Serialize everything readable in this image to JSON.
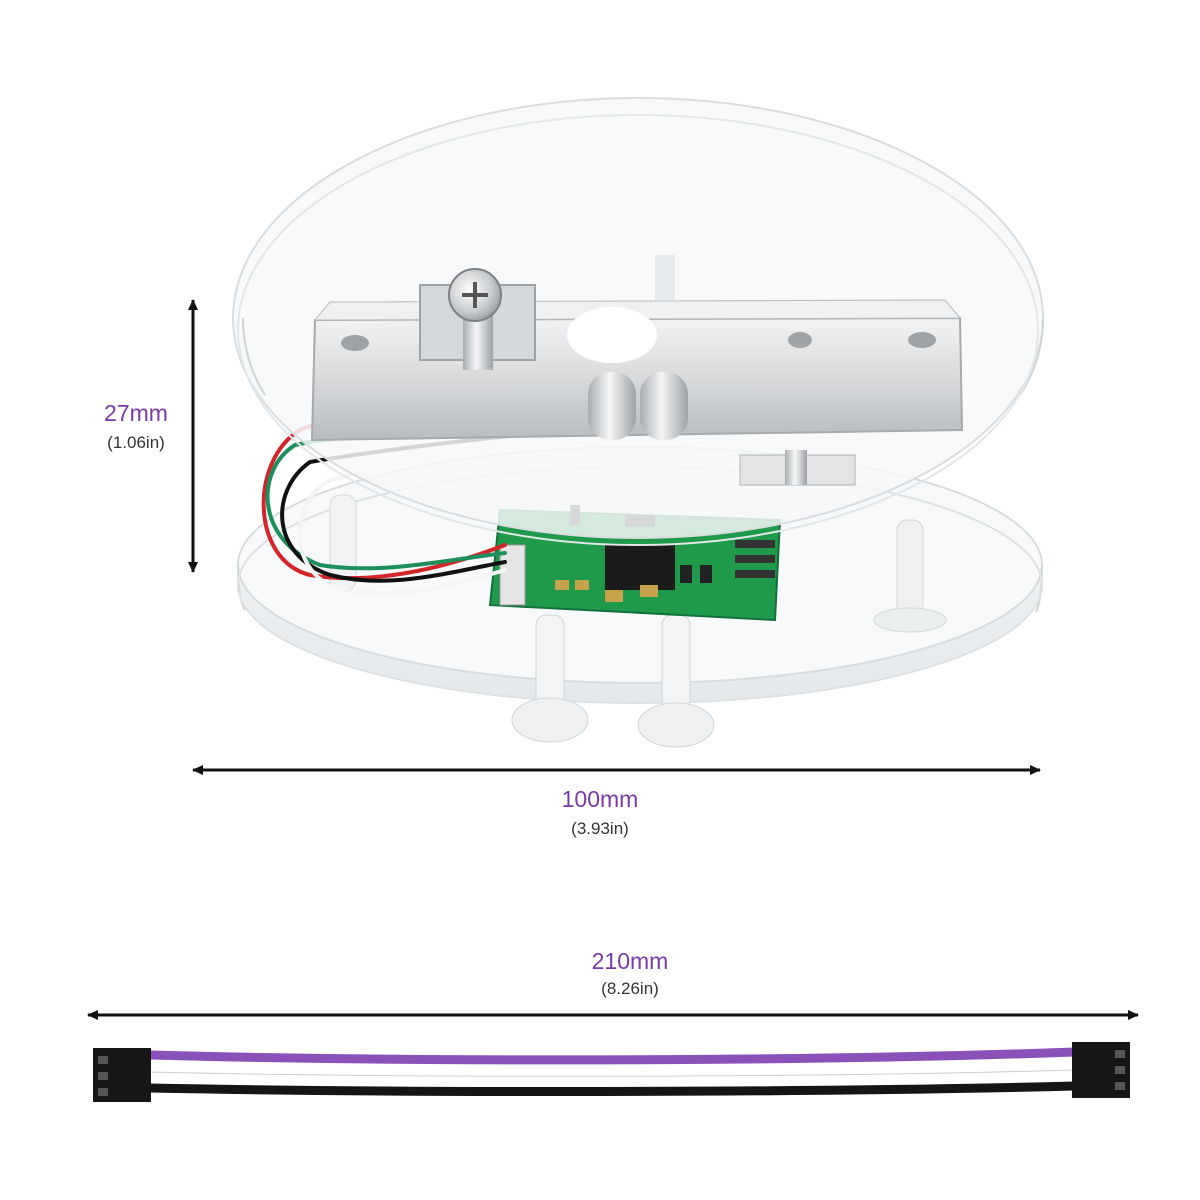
{
  "dimensions": {
    "height": {
      "primary": "27mm",
      "secondary": "(1.06in)"
    },
    "diameter": {
      "primary": "100mm",
      "secondary": "(3.93in)"
    },
    "cable_length": {
      "primary": "210mm",
      "secondary": "(8.26in)"
    }
  },
  "colors": {
    "label_primary": "#7a3aa8",
    "label_secondary": "#333333",
    "pcb_green": "#1f9a4a",
    "wire_red": "#d3262b",
    "wire_green": "#1d8f5c",
    "wire_purple": "#8a52b8",
    "acrylic_edge": "#d9dde0",
    "load_cell": "#dcdedf"
  },
  "objects": [
    {
      "name": "acrylic-scale-platform",
      "parts": [
        "top-plate",
        "bottom-plate",
        "load-cell",
        "hx711-board",
        "standoffs"
      ]
    },
    {
      "name": "dupont-jumper-cable",
      "wires": [
        "purple",
        "white",
        "black"
      ]
    }
  ]
}
